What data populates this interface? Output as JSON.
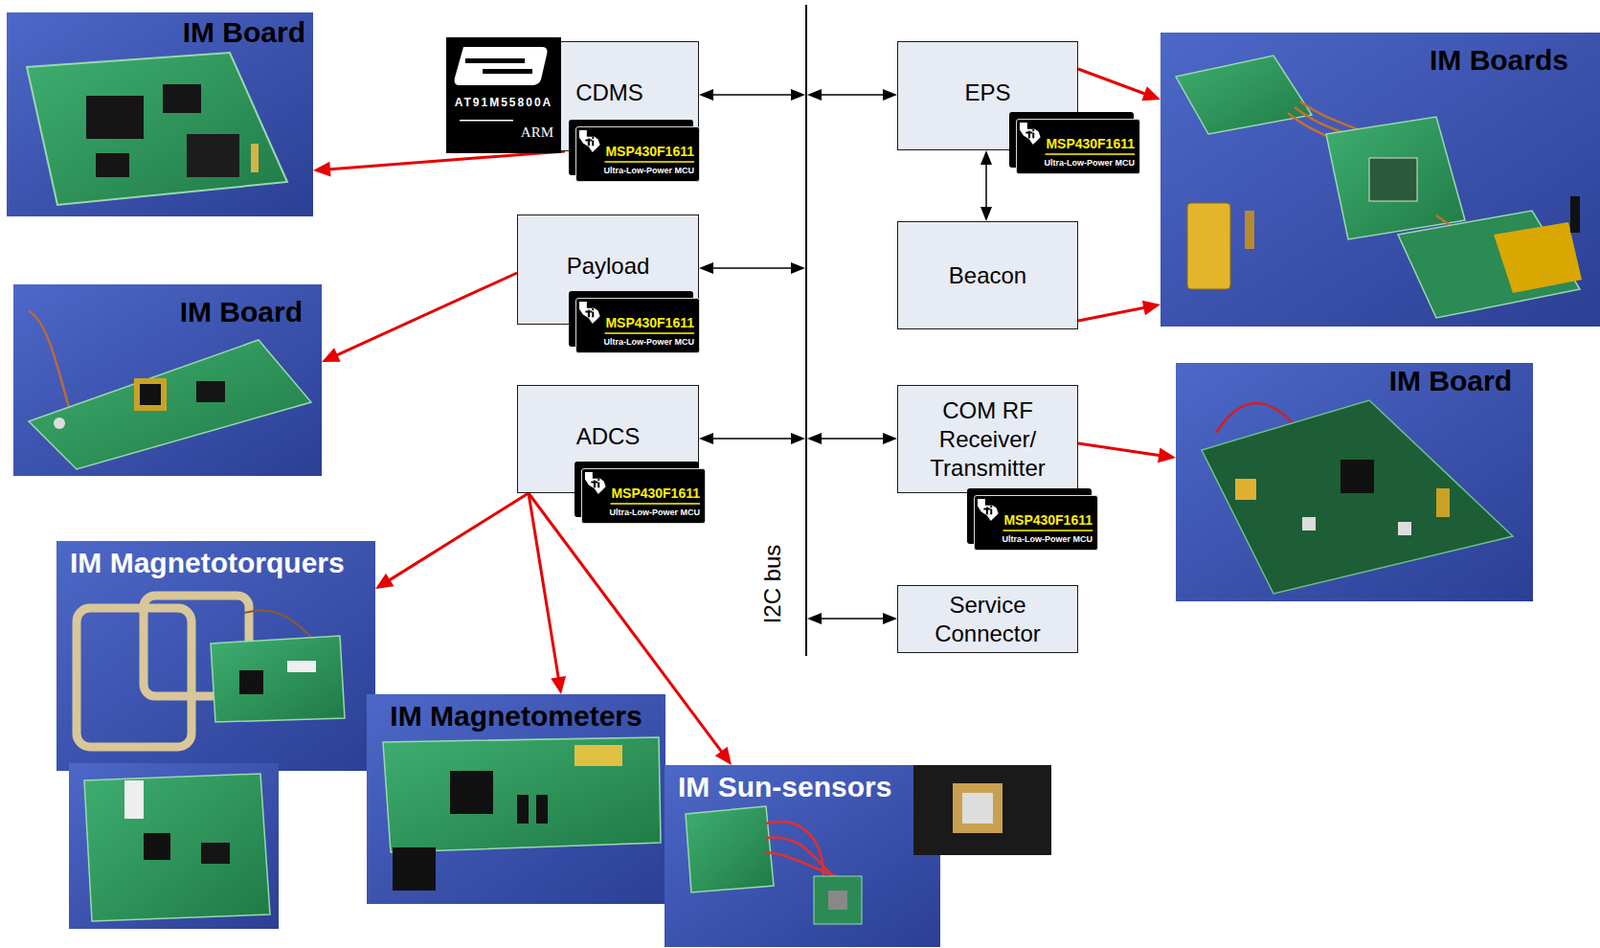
{
  "diagram": {
    "nodes": [
      {
        "text": [
          "IM Board"
        ]
      },
      {
        "text": [
          "CDMS"
        ]
      },
      {
        "text": [
          "AT91M55800A",
          "ARM"
        ]
      },
      {
        "text": [
          "MSP430F1611",
          "Ultra-Low-Power MCU"
        ]
      },
      {
        "text": [
          "EPS"
        ]
      },
      {
        "text": [
          "MSP430F1611",
          "Ultra-Low-Power MCU"
        ]
      },
      {
        "text": [
          "IM Boards"
        ]
      },
      {
        "text": [
          "Payload"
        ]
      },
      {
        "text": [
          "MSP430F1611",
          "Ultra-Low-Power MCU"
        ]
      },
      {
        "text": [
          "Beacon"
        ]
      },
      {
        "text": [
          "IM Board"
        ]
      },
      {
        "text": [
          "IM Board"
        ]
      },
      {
        "text": [
          "ADCS"
        ]
      },
      {
        "text": [
          "MSP430F1611",
          "Ultra-Low-Power MCU"
        ]
      },
      {
        "text": [
          "COM RF Receiver/ Transmitter"
        ]
      },
      {
        "text": [
          "MSP430F1611",
          "Ultra-Low-Power MCU"
        ]
      },
      {
        "text": [
          "I2C bus"
        ]
      },
      {
        "text": [
          "Service Connector"
        ]
      },
      {
        "text": [
          "IM Magnetotorquers"
        ]
      },
      {
        "text": [
          "IM Magnetometers"
        ]
      },
      {
        "text": [
          "IM Sun-sensors"
        ]
      }
    ],
    "edges": [
      {
        "from": 1,
        "to": 0,
        "arrow": "to"
      },
      {
        "from": 1,
        "to": 16,
        "arrow": "both"
      },
      {
        "from": 16,
        "to": 4,
        "arrow": "both"
      },
      {
        "from": 4,
        "to": 6,
        "arrow": "to"
      },
      {
        "from": 4,
        "to": 9,
        "arrow": "both"
      },
      {
        "from": 9,
        "to": 6,
        "arrow": "to"
      },
      {
        "from": 7,
        "to": 10,
        "arrow": "to"
      },
      {
        "from": 7,
        "to": 16,
        "arrow": "both"
      },
      {
        "from": 14,
        "to": 11,
        "arrow": "to"
      },
      {
        "from": 12,
        "to": 16,
        "arrow": "both"
      },
      {
        "from": 16,
        "to": 14,
        "arrow": "both"
      },
      {
        "from": 12,
        "to": 18,
        "arrow": "to"
      },
      {
        "from": 12,
        "to": 19,
        "arrow": "to"
      },
      {
        "from": 12,
        "to": 20,
        "arrow": "to"
      },
      {
        "from": 16,
        "to": 17,
        "arrow": "both"
      }
    ]
  }
}
